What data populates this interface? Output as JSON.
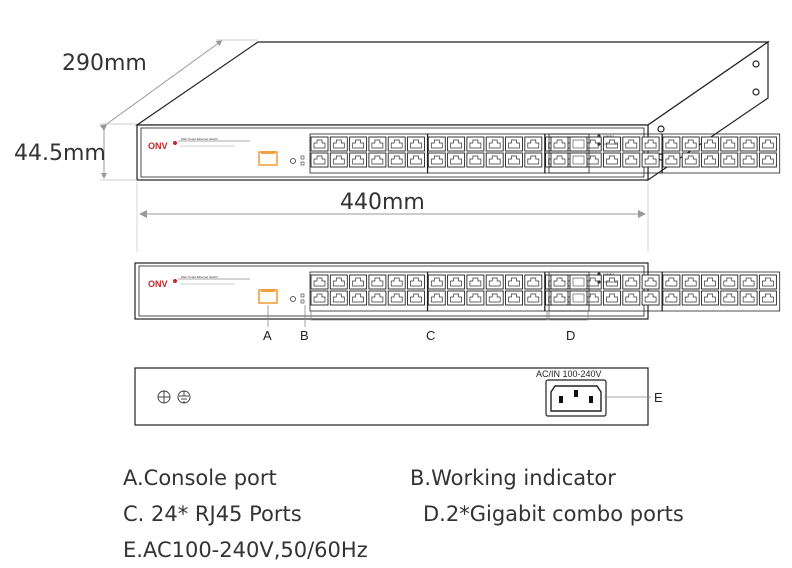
{
  "dimensions": {
    "depth": "290mm",
    "height": "44.5mm",
    "width": "440mm"
  },
  "front_panel": {
    "brand": "ONV",
    "model_line": "Web Smart Ethernet Switch",
    "status_leds": [
      "Link/Act",
      "100/1000M"
    ]
  },
  "callouts": {
    "a": "A",
    "b": "B",
    "c": "C",
    "d": "D",
    "e": "E"
  },
  "back_panel": {
    "power_label": "AC/IN  100-240V"
  },
  "legend": {
    "a": "A.Console port",
    "b": "B.Working indicator",
    "c": "C. 24* RJ45 Ports",
    "d": "D.2*Gigabit combo ports",
    "e": "E.AC100-240V,50/60Hz"
  },
  "colors": {
    "line": "#222222",
    "console_port": "#f0a040",
    "dimension": "#9a9a9a"
  }
}
